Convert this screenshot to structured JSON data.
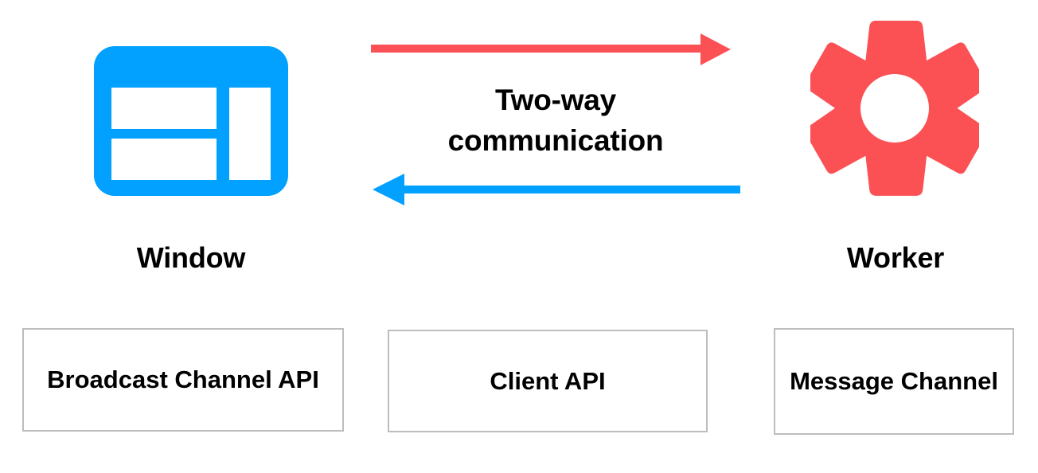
{
  "diagram": {
    "title": "Two-way communication between Window and Worker",
    "colors": {
      "blue": "#02A0FF",
      "red": "#FB5154",
      "box_border": "#BDBDBD",
      "text": "#000000",
      "background": "#FFFFFF"
    },
    "center_caption": {
      "line1": "Two-way",
      "line2": "communication"
    },
    "nodes": [
      {
        "id": "window",
        "label": "Window",
        "icon": "browser-window-icon",
        "color": "#02A0FF"
      },
      {
        "id": "worker",
        "label": "Worker",
        "icon": "gear-icon",
        "color": "#FB5154"
      }
    ],
    "arrows": [
      {
        "id": "window-to-worker",
        "direction": "right",
        "color": "#FB5154",
        "from": "window",
        "to": "worker"
      },
      {
        "id": "worker-to-window",
        "direction": "left",
        "color": "#02A0FF",
        "from": "worker",
        "to": "window"
      }
    ],
    "api_boxes": [
      {
        "id": "broadcast-channel-api",
        "label": "Broadcast Channel API"
      },
      {
        "id": "client-api",
        "label": "Client API"
      },
      {
        "id": "message-channel",
        "label": "Message Channel"
      }
    ]
  }
}
